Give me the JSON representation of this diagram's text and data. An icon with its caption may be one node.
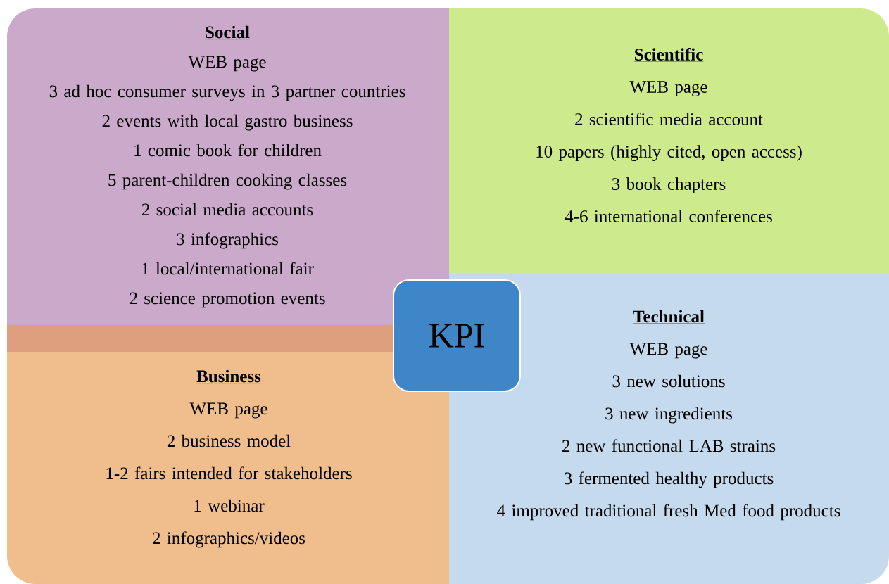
{
  "diagram": {
    "nodes": [
      {
        "text": [
          "Social",
          "WEB page",
          "3 ad hoc consumer surveys in 3 partner countries",
          "2 events with local gastro business",
          "1 comic book for children",
          "5 parent-children cooking classes",
          "2 social media accounts",
          "3 infographics",
          "1 local/international fair",
          "2 science promotion events"
        ]
      },
      {
        "text": [
          "Scientific",
          "WEB page",
          "2 scientific media account",
          "10 papers (highly cited, open access)",
          "3 book chapters",
          "4-6 international conferences"
        ]
      },
      {
        "text": [
          "KPI"
        ]
      },
      {
        "text": [
          "Business",
          "WEB page",
          "2 business model",
          "1-2 fairs intended for stakeholders",
          "1 webinar",
          "2 infographics/videos"
        ]
      },
      {
        "text": [
          "Technical",
          "WEB page",
          "3 new solutions",
          "3 new ingredients",
          "2 new functional LAB strains",
          "3 fermented healthy products",
          "4 improved traditional fresh Med food products"
        ]
      }
    ],
    "edges": []
  }
}
